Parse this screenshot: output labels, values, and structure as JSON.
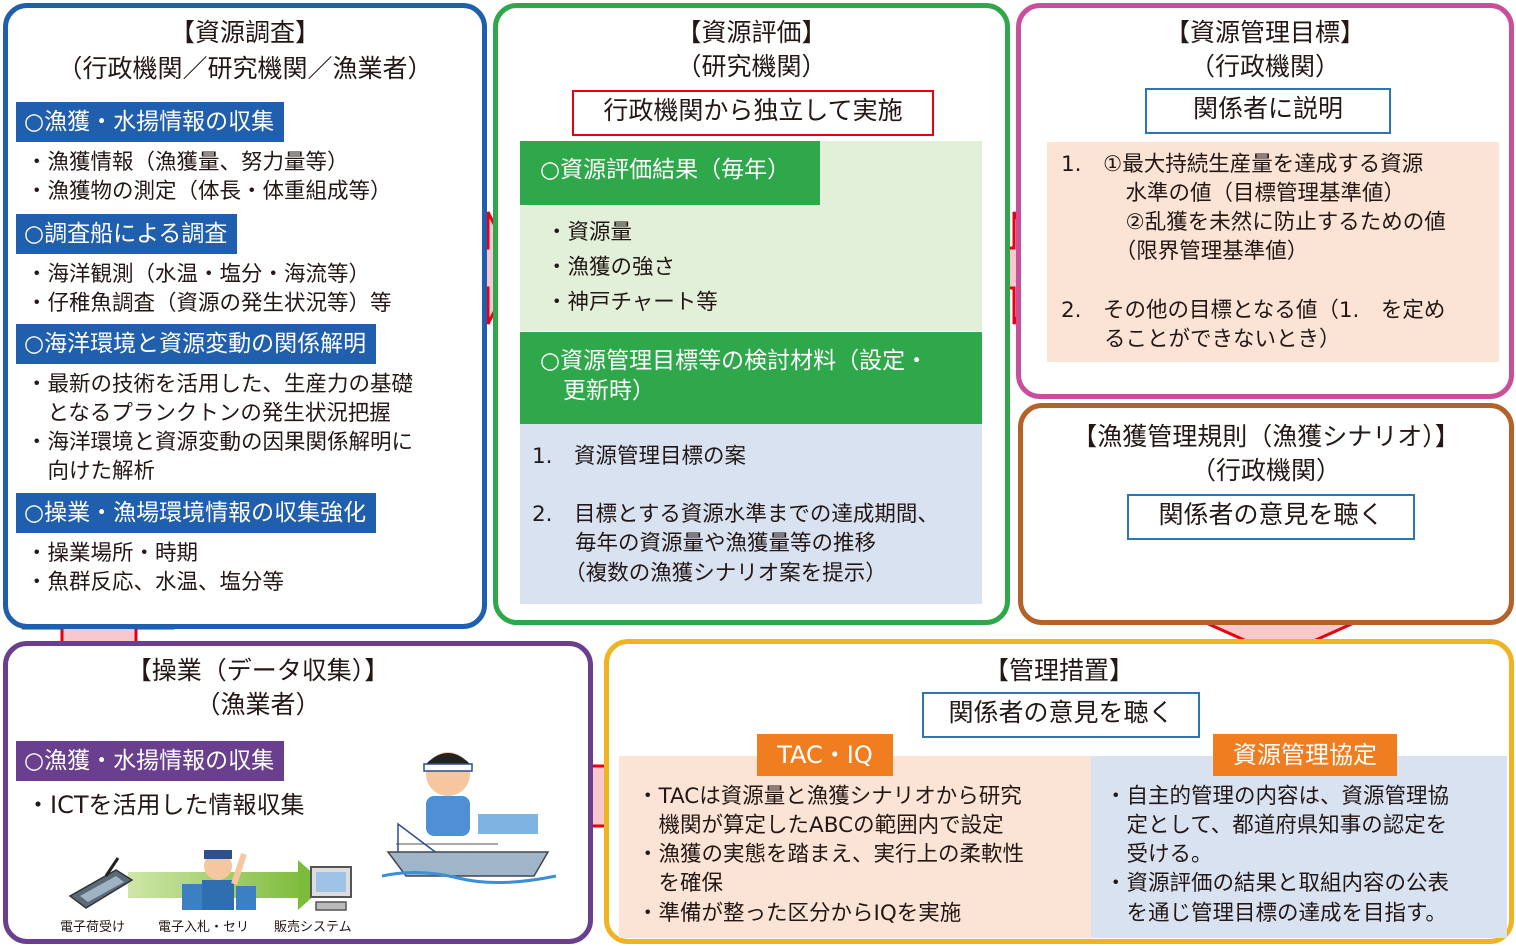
{
  "survey": {
    "title": "【資源調査】",
    "subtitle": "（行政機関／研究機関／漁業者）",
    "h1": "○漁獲・水揚情報の収集",
    "b1": [
      "・漁獲情報（漁獲量、努力量等）",
      "・漁獲物の測定（体長・体重組成等）"
    ],
    "h2": "○調査船による調査",
    "b2": [
      "・海洋観測（水温・塩分・海流等）",
      "・仔稚魚調査（資源の発生状況等）等"
    ],
    "h3": "○海洋環境と資源変動の関係解明",
    "b3": [
      "・最新の技術を活用した、生産力の基礎",
      "　となるプランクトンの発生状況把握",
      "・海洋環境と資源変動の因果関係解明に",
      "　向けた解析"
    ],
    "h4": "○操業・漁場環境情報の収集強化",
    "b4": [
      "・操業場所・時期",
      "・魚群反応、水温、塩分等"
    ]
  },
  "assessment": {
    "title": "【資源評価】",
    "subtitle": "（研究機関）",
    "independent": "行政機関から独立して実施",
    "h1": "○資源評価結果（毎年）",
    "b1": [
      "・資源量",
      "・漁獲の強さ",
      "・神戸チャート等"
    ],
    "h2": [
      "○資源管理目標等の検討材料（設定・",
      "　更新時）"
    ],
    "b2": [
      "1.　資源管理目標の案",
      "2.　目標とする資源水準までの達成期間、",
      "　　毎年の資源量や漁獲量等の推移",
      "　　（複数の漁獲シナリオ案を提示）"
    ]
  },
  "target": {
    "title": "【資源管理目標】",
    "subtitle": "（行政機関）",
    "explain": "関係者に説明",
    "items": [
      "1.　①最大持続生産量を達成する資源",
      "　　　水準の値（目標管理基準値）",
      "　　　②乱獲を未然に防止するための値",
      "　　　（限界管理基準値）",
      "2.　その他の目標となる値（1.　を定め",
      "　　ることができないとき）"
    ]
  },
  "rule": {
    "title": "【漁獲管理規則（漁獲シナリオ）】",
    "subtitle": "（行政機関）",
    "listen": "関係者の意見を聴く"
  },
  "measures": {
    "title": "【管理措置】",
    "listen": "関係者の意見を聴く",
    "tac_head": "TAC・IQ",
    "tac": [
      "・TACは資源量と漁獲シナリオから研究",
      "　機関が算定したABCの範囲内で設定",
      "・漁獲の実態を踏まえ、実行上の柔軟性",
      "　を確保",
      "・準備が整った区分からIQを実施"
    ],
    "agr_head": "資源管理協定",
    "agr": [
      "・自主的管理の内容は、資源管理協",
      "　定として、都道府県知事の認定を",
      "　受ける。",
      "・資源評価の結果と取組内容の公表",
      "　を通じ管理目標の達成を目指す。"
    ]
  },
  "operation": {
    "title": "【操業（データ収集）】",
    "subtitle": "（漁業者）",
    "h1": "○漁獲・水揚情報の収集",
    "b1": "・ICTを活用した情報収集",
    "captions": [
      "電子荷受け",
      "電子入札・セリ",
      "販売システム"
    ]
  },
  "colors": {
    "blue": "#1f5fad",
    "green": "#2ea84a",
    "pink": "#c8509a",
    "brown": "#b5622a",
    "yellow": "#f0b423",
    "purple": "#6a3f8e",
    "red": "#e60012",
    "arrow_fill": "#f8c8cf"
  }
}
